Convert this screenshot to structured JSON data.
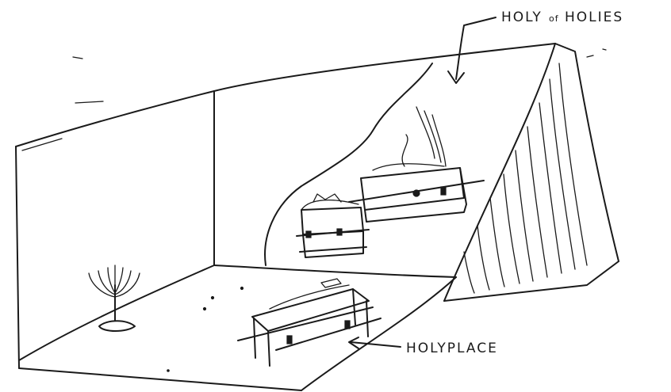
{
  "labels": {
    "holy_of_holies": {
      "before": "HOLY",
      "connector": "of",
      "after": "HOLIES"
    },
    "holy_place": "HOLYPLACE"
  }
}
